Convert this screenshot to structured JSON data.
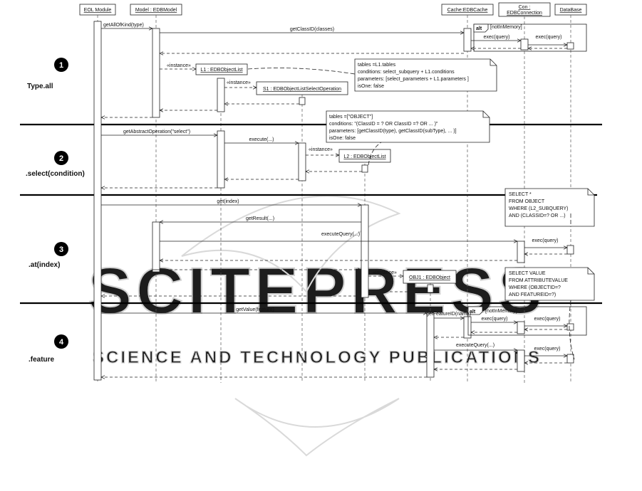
{
  "lifelines": [
    {
      "id": "eol",
      "label": "EOL Module",
      "underline": false
    },
    {
      "id": "model",
      "label": "Model : EDBModel",
      "underline": false
    },
    {
      "id": "cache",
      "label": "Cache:EDBCache",
      "underline": false
    },
    {
      "id": "con_line1",
      "label": "Con :",
      "underline": false
    },
    {
      "id": "con_line2",
      "label": "EDBConnection",
      "underline": false
    },
    {
      "id": "db",
      "label": "DataBase",
      "underline": false
    }
  ],
  "objects": {
    "l1": "L1 : EDBObjectList",
    "s1": "S1 : EDBObjectListSelectOperation",
    "l2": "L2 : EDBObjectList",
    "obj1": "OBJ1 : EDBObject"
  },
  "sections": [
    {
      "number": "1",
      "title": "Type.all"
    },
    {
      "number": "2",
      "title": ".select(condition)"
    },
    {
      "number": "3",
      "title": ".at(index)"
    },
    {
      "number": "4",
      "title": ".feature"
    }
  ],
  "messages": {
    "getAllOfKind": "getAllOfKind(type)",
    "getClassID": "getClassID(classes)",
    "exec1": "exec(query)",
    "exec2": "exec(query)",
    "instance1": "«instance»",
    "instance2": "«instance»",
    "getAbstractOperation": "getAbstractOperation(\"select\")",
    "execute": "execute(...)",
    "instance3": "«instance»",
    "getIndex": "get(index)",
    "getResult": "getResult(...)",
    "executeQuery1": "executeQuery(...)",
    "exec3": "exec(query)",
    "instance4": "«instance»",
    "getValue": "getValue(feature)",
    "getFeatureID": "getFeatureID(name)",
    "exec4": "exec(query)",
    "exec5": "exec(query)",
    "executeQuery2": "executeQuery(...)",
    "exec6": "exec(query)"
  },
  "fragments": {
    "alt1": {
      "op": "alt",
      "guard": "[notInMemory]"
    },
    "alt2": {
      "op": "alt",
      "guard": "[notInMemory]"
    }
  },
  "notes": {
    "note1": [
      "tables =L1.tables",
      "conditions: select_subquery + L1.conditions",
      "parameters: [select_parameters + L1.parameters ]",
      "isOne: false"
    ],
    "note2": [
      "tables =[\"OBJECT\"]",
      "conditions: \"(ClassID = ? OR ClassID =? OR ... )\"",
      "parameters: [getClassID(type), getClassID(subType), ... )]",
      "isOne: false"
    ],
    "note3": [
      "SELECT *",
      "FROM OBJECT",
      "WHERE (L2_SUBQUERY)",
      "AND (CLASSID=? OR ...)"
    ],
    "note4": [
      "SELECT VALUE",
      "FROM ATTRIBUTEVALUE",
      "WHERE (OBJECTID=?",
      "AND FEATUREID=?)"
    ]
  },
  "watermark": {
    "line1": "SCITEPRESS",
    "line2": "SCIENCE AND TECHNOLOGY PUBLICATIONS"
  },
  "colors": {
    "line": "#222222",
    "separator": "#000000",
    "watermark": "#d4d4d4"
  }
}
